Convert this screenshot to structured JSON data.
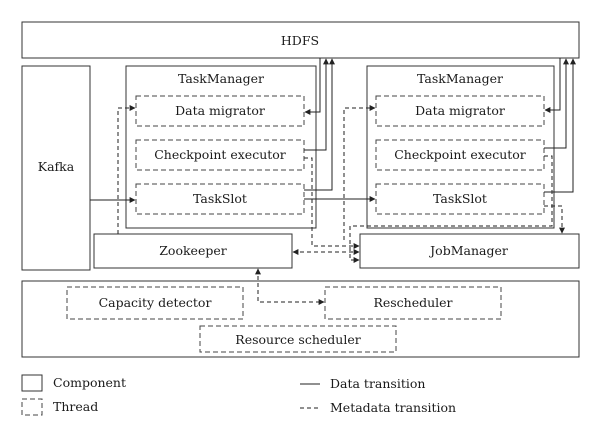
{
  "diagram": {
    "components": {
      "hdfs": "HDFS",
      "kafka": "Kafka",
      "taskmanager_left": "TaskManager",
      "taskmanager_right": "TaskManager",
      "zookeeper": "Zookeeper",
      "jobmanager": "JobManager"
    },
    "threads": {
      "data_migrator_left": "Data migrator",
      "checkpoint_executor_left": "Checkpoint executor",
      "taskslot_left": "TaskSlot",
      "data_migrator_right": "Data migrator",
      "checkpoint_executor_right": "Checkpoint executor",
      "taskslot_right": "TaskSlot",
      "capacity_detector": "Capacity detector",
      "rescheduler": "Rescheduler",
      "resource_scheduler": "Resource scheduler"
    }
  },
  "legend": {
    "component": "Component",
    "thread": "Thread",
    "data_transition": "Data transition",
    "metadata_transition": "Metadata transition"
  }
}
